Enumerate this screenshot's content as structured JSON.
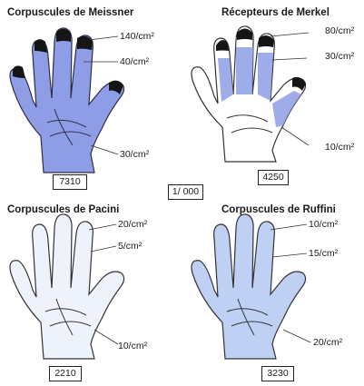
{
  "scale_label": "1/ 000",
  "panels": [
    {
      "title": "Corpuscules de Meissner",
      "count": "7310",
      "labels": [
        "140/cm²",
        "40/cm²",
        "30/cm²"
      ],
      "fill": "#8e9de6",
      "tip": "#151515"
    },
    {
      "title": "Récepteurs de Merkel",
      "count": "4250",
      "labels": [
        "80/cm²",
        "30/cm²",
        "10/cm²"
      ],
      "fill": "#8e9de6",
      "tip": "#151515"
    },
    {
      "title": "Corpuscules de Pacini",
      "count": "2210",
      "labels": [
        "20/cm²",
        "5/cm²",
        "10/cm²"
      ],
      "fill": "#c9d6f2",
      "tip": "#c9d6f2"
    },
    {
      "title": "Corpuscules de Ruffini",
      "count": "3230",
      "labels": [
        "10/cm²",
        "15/cm²",
        "20/cm²"
      ],
      "fill": "#bfd0f5",
      "tip": "#bfd0f5"
    }
  ]
}
